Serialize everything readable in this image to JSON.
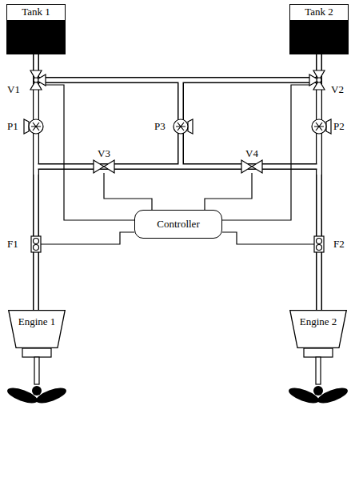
{
  "diagram": {
    "nodes": [
      {
        "text": [
          "Tank 1"
        ]
      },
      {
        "text": [
          "Tank 2"
        ]
      },
      {
        "text": [
          "Controller"
        ]
      },
      {
        "text": [
          "Engine 1"
        ]
      },
      {
        "text": [
          "Engine 2"
        ]
      }
    ],
    "edges": [
      {
        "from": 0,
        "to": 3,
        "arrow": "none"
      },
      {
        "from": 1,
        "to": 4,
        "arrow": "none"
      }
    ],
    "labels": [
      "V1",
      "V2",
      "P1",
      "P3",
      "P2",
      "V3",
      "V4",
      "F1",
      "F2"
    ]
  }
}
